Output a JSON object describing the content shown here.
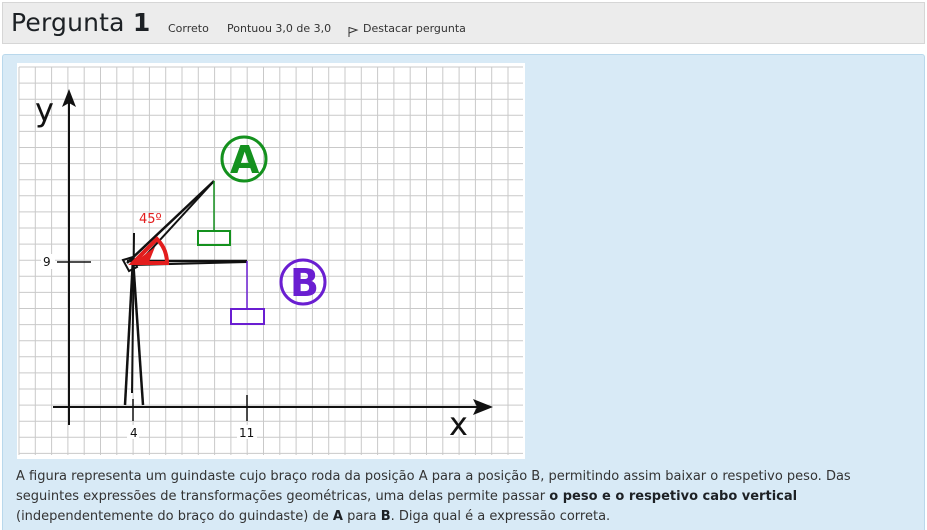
{
  "header": {
    "title_word": "Pergunta",
    "title_number": "1",
    "status": "Correto",
    "score": "Pontuou 3,0 de 3,0",
    "flag_label": "Destacar pergunta",
    "flag_icon": "flag-icon"
  },
  "figure": {
    "x_axis_label": "x",
    "y_axis_label": "y",
    "x_tick_labels": [
      "4",
      "11"
    ],
    "y_tick_labels": [
      "9"
    ],
    "angle_label": "45º",
    "point_a_label": "A",
    "point_b_label": "B",
    "colors": {
      "a": "#14911e",
      "b": "#6a1ed1",
      "angle": "#e31d1d",
      "grid": "#c9c9c9"
    }
  },
  "question": {
    "part1": "A figura representa um guindaste cujo braço roda da posição A para a posição B, permitindo assim baixar o respetivo peso. Das seguintes expressões de transformações geométricas, uma delas permite passar ",
    "bold1": "o peso e o respetivo cabo vertical",
    "part2": " (independentemente do braço do guindaste) de ",
    "bold2": "A",
    "part3": " para ",
    "bold3": "B",
    "part4": ". Diga qual é a expressão correta."
  }
}
